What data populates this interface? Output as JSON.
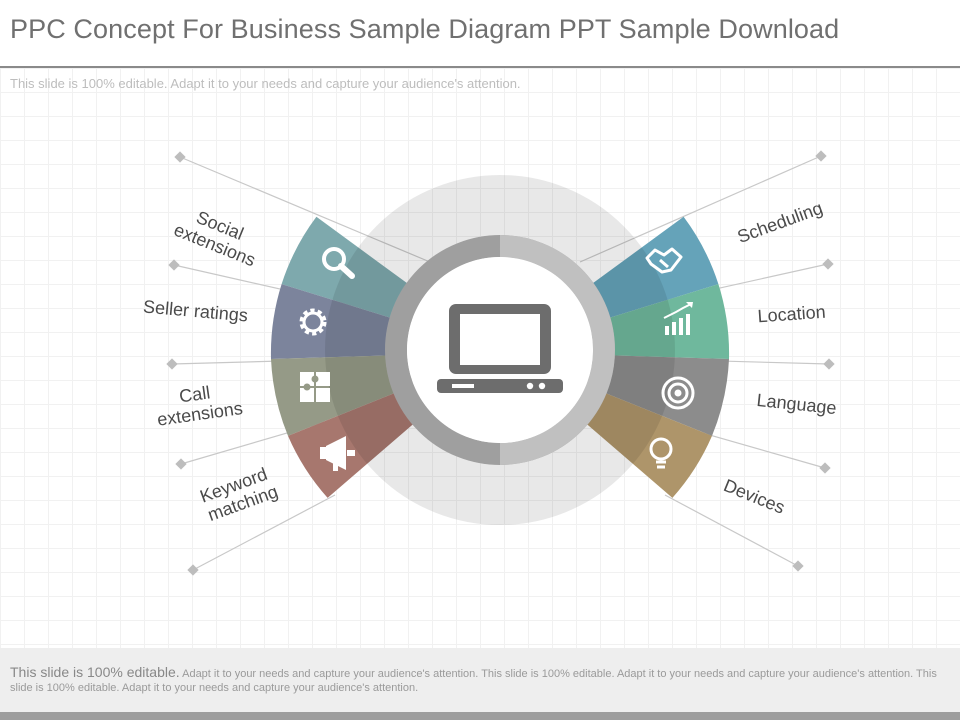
{
  "header": {
    "title": "PPC Concept For Business Sample Diagram PPT Sample Download",
    "subtitle": "This slide is 100% editable. Adapt it to your needs and capture your audience's attention."
  },
  "diagram": {
    "center_icon": "laptop-icon",
    "left_segments": [
      {
        "label_lines": [
          "Social",
          "extensions"
        ],
        "icon": "search-icon",
        "color": "#7ea9ad"
      },
      {
        "label_lines": [
          "Seller ratings"
        ],
        "icon": "gear-icon",
        "color": "#7c849c"
      },
      {
        "label_lines": [
          "Call",
          "extensions"
        ],
        "icon": "puzzle-icon",
        "color": "#959a87"
      },
      {
        "label_lines": [
          "Keyword",
          "matching"
        ],
        "icon": "megaphone-icon",
        "color": "#a7776e"
      }
    ],
    "right_segments": [
      {
        "label_lines": [
          "Scheduling"
        ],
        "icon": "handshake-icon",
        "color": "#65a3b9"
      },
      {
        "label_lines": [
          "Location"
        ],
        "icon": "growth-chart-icon",
        "color": "#6fb89d"
      },
      {
        "label_lines": [
          "Language"
        ],
        "icon": "target-icon",
        "color": "#8c8c8c"
      },
      {
        "label_lines": [
          "Devices"
        ],
        "icon": "lightbulb-icon",
        "color": "#ae956a"
      }
    ]
  },
  "footer": {
    "lead": "This slide is 100% editable.",
    "text": "Adapt it to your needs and capture your audience's attention. This slide is 100% editable. Adapt it to your needs and capture your audience's attention. This slide is 100% editable. Adapt it to your needs and capture your audience's attention."
  }
}
